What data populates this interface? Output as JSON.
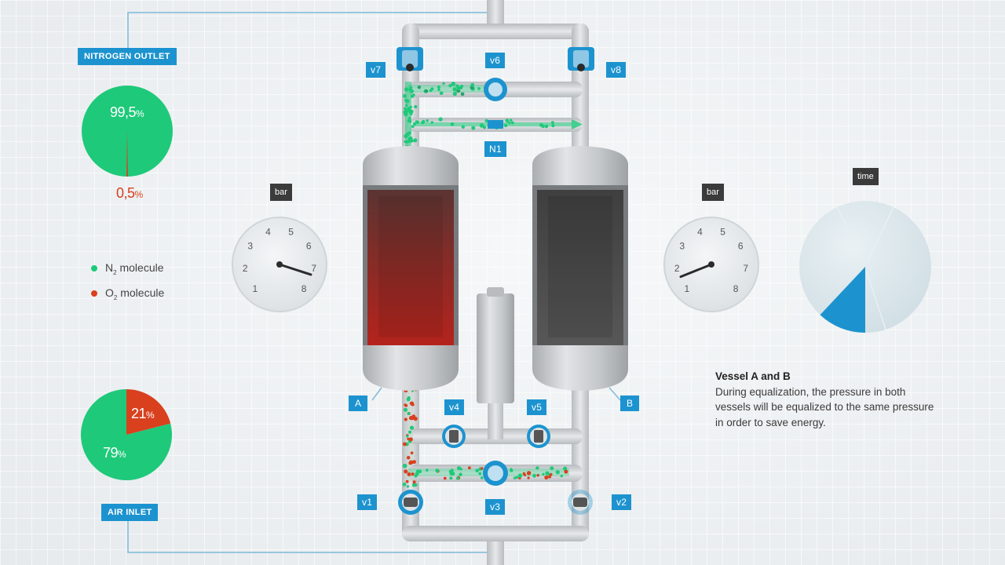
{
  "labels": {
    "nitrogen_outlet": "NITROGEN OUTLET",
    "air_inlet": "AIR INLET",
    "vessel_a": "A",
    "vessel_b": "B",
    "valves": {
      "v1": "v1",
      "v2": "v2",
      "v3": "v3",
      "v4": "v4",
      "v5": "v5",
      "v6": "v6",
      "v7": "v7",
      "v8": "v8",
      "n1": "N1"
    }
  },
  "outlet_pie": {
    "n2_percent": "99,5",
    "o2_percent": "0,5",
    "unit": "%",
    "n2_value": 99.5,
    "o2_value": 0.5
  },
  "inlet_pie": {
    "n2_percent": "79",
    "o2_percent": "21",
    "unit": "%",
    "n2_value": 79,
    "o2_value": 21
  },
  "legend": {
    "n2_label": "molecule",
    "n2_formula": "N",
    "n2_sub": "2",
    "o2_label": "molecule",
    "o2_formula": "O",
    "o2_sub": "2",
    "n2_color": "#1fc97a",
    "o2_color": "#d8401e"
  },
  "gauge_a": {
    "unit": "bar",
    "ticks": [
      "1",
      "2",
      "3",
      "4",
      "5",
      "6",
      "7",
      "8"
    ],
    "value": 7.3
  },
  "gauge_b": {
    "unit": "bar",
    "ticks": [
      "1",
      "2",
      "3",
      "4",
      "5",
      "6",
      "7",
      "8"
    ],
    "value": 1.6
  },
  "timer": {
    "label": "time",
    "progress_start": 0.5,
    "progress_end": 0.62
  },
  "info": {
    "title": "Vessel A and B",
    "text": "During equalization, the pressure in both vessels will be equalized to the same pressure in order to save energy."
  },
  "colors": {
    "accent": "#1c93cf",
    "n2": "#1fc97a",
    "o2": "#d8401e",
    "vessel_a": "#9a2a25",
    "vessel_b": "#4a4a4a"
  }
}
